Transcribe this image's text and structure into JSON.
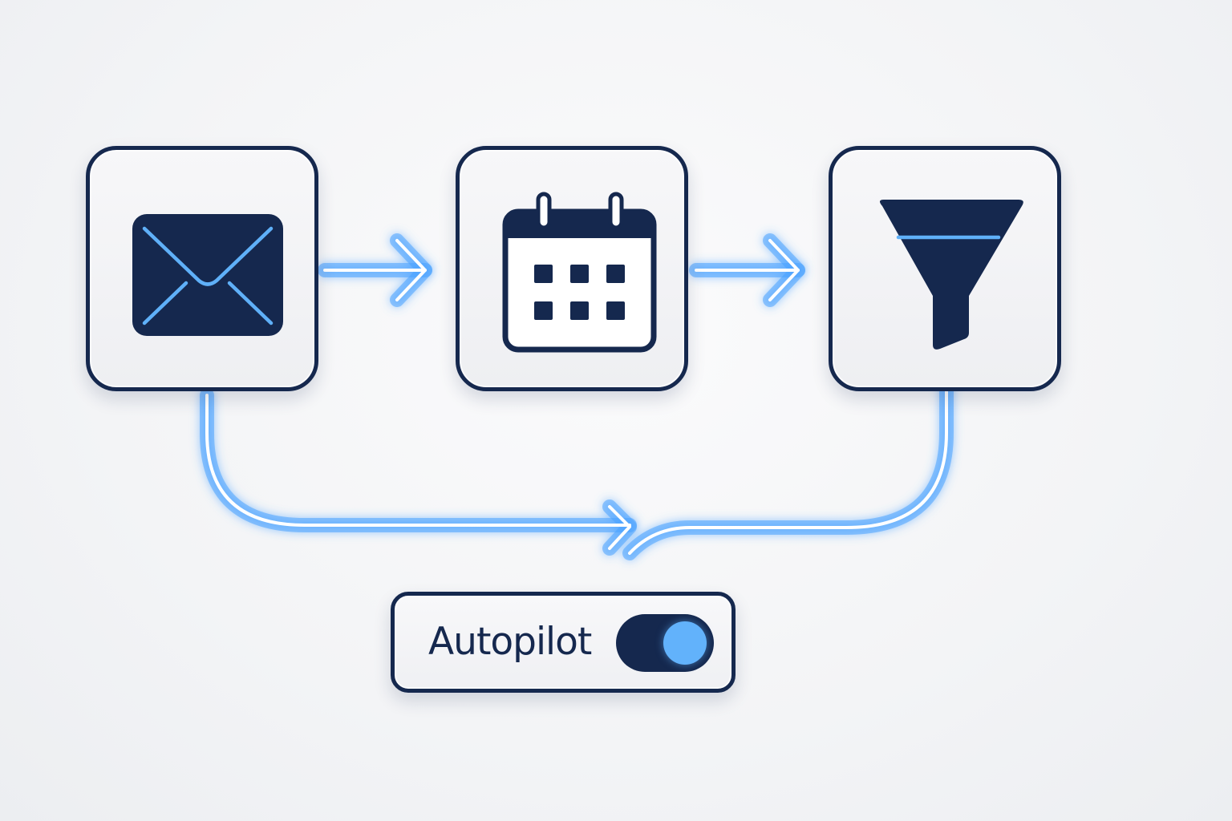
{
  "diagram": {
    "nodes": [
      {
        "id": "email",
        "icon": "envelope-icon"
      },
      {
        "id": "calendar",
        "icon": "calendar-icon"
      },
      {
        "id": "funnel",
        "icon": "funnel-icon"
      }
    ],
    "edges": [
      {
        "from": "email",
        "to": "calendar"
      },
      {
        "from": "calendar",
        "to": "funnel"
      },
      {
        "from": "email",
        "to": "funnel",
        "style": "curved-loop"
      }
    ]
  },
  "autopilot": {
    "label": "Autopilot",
    "enabled": true
  },
  "colors": {
    "navy": "#15284e",
    "accent": "#62b2fb",
    "background": "#f3f4f6"
  }
}
